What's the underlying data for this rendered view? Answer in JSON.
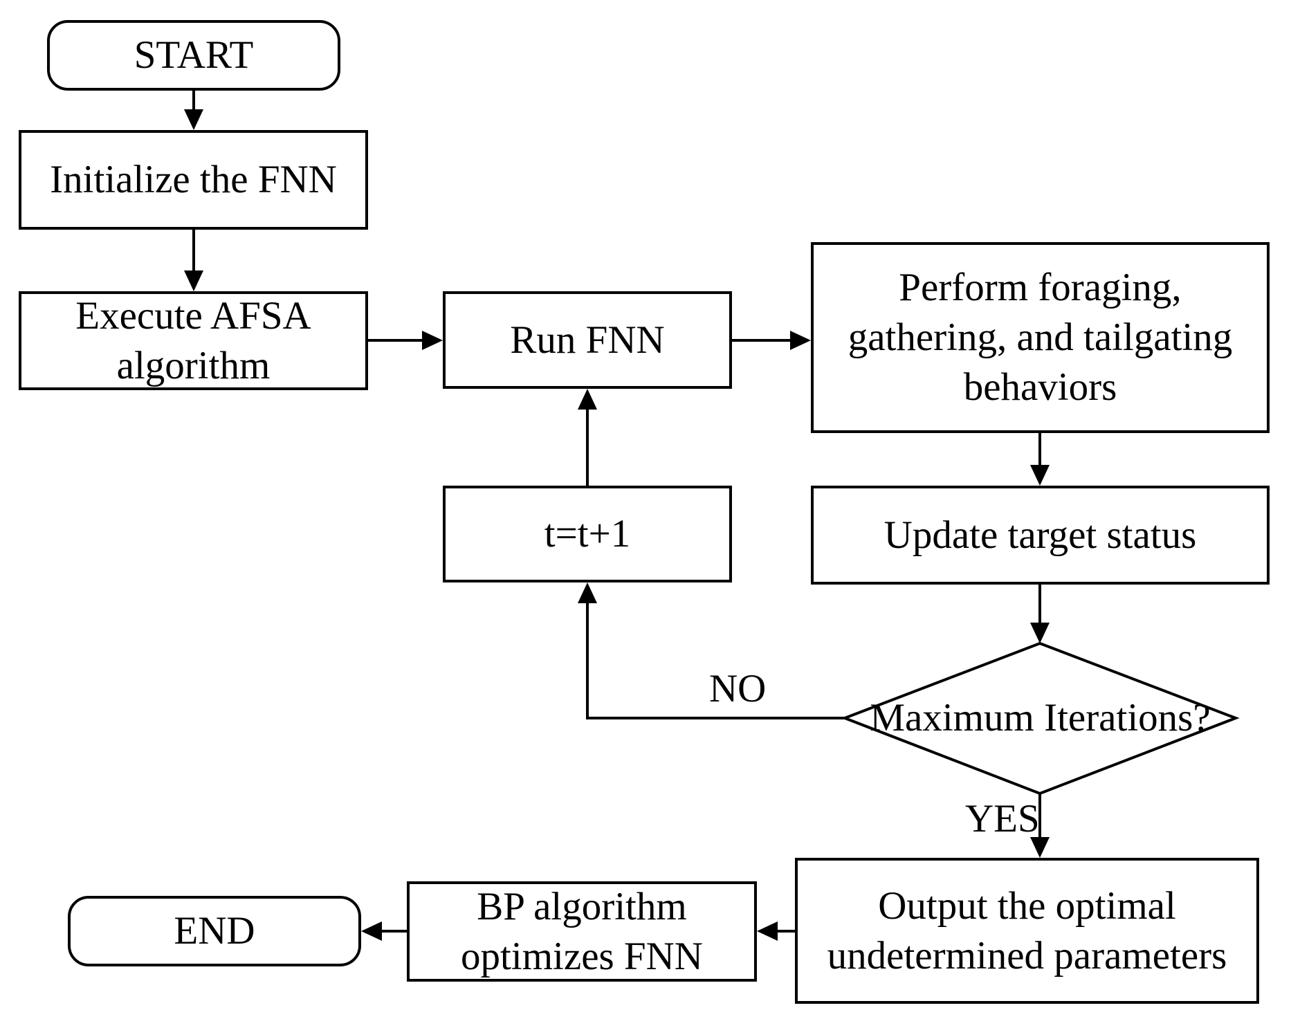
{
  "nodes": {
    "start": "START",
    "init": "Initialize the FNN",
    "afsa_line1": "Execute AFSA",
    "afsa_line2": "algorithm",
    "run": "Run FNN",
    "perform_line1": "Perform foraging,",
    "perform_line2": "gathering, and tailgating",
    "perform_line3": "behaviors",
    "increment": "t=t+1",
    "update": "Update target status",
    "decision": "Maximum Iterations?",
    "output_line1": "Output the optimal",
    "output_line2": "undetermined parameters",
    "bp_line1": "BP algorithm",
    "bp_line2": "optimizes FNN",
    "end": "END"
  },
  "edge_labels": {
    "no": "NO",
    "yes": "YES"
  },
  "colors": {
    "stroke": "#000000",
    "background": "#ffffff"
  }
}
